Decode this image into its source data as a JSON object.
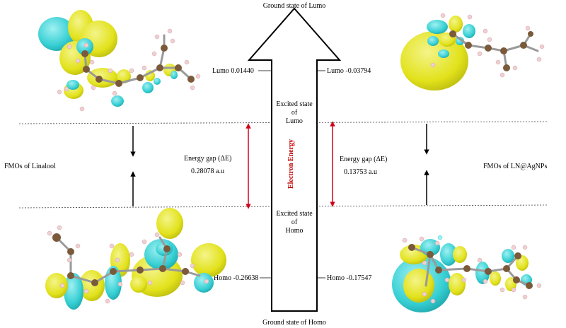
{
  "arrow": {
    "top_label": "Ground state of Lumo",
    "bottom_label": "Ground state of Homo",
    "axis_label": "Electron Energy",
    "excited_lumo": [
      "Excited state",
      "of",
      "Lumo"
    ],
    "excited_homo": [
      "Excited state",
      "of",
      "Homo"
    ]
  },
  "left": {
    "title": "FMOs of Linalool",
    "lumo": "Lumo 0.01440",
    "homo": "Homo -0.26638",
    "gap_label": "Energy gap (ΔE)",
    "gap_value": "0.28078 a.u"
  },
  "right": {
    "title": "FMOs of LN@AgNPs",
    "lumo": "Lumo -0.03794",
    "homo": "Homo -0.17547",
    "gap_label": "Energy gap (ΔE)",
    "gap_value": "0.13753 a.u"
  },
  "colors": {
    "lobe_yellow": "#e6e626",
    "lobe_cyan": "#36cfd3",
    "bond": "#9a9a9a",
    "carbon": "#7a5a3a",
    "hydrogen": "#f2cfd2",
    "gap_arrow": "#d0021b",
    "axis_label": "#c00000"
  }
}
